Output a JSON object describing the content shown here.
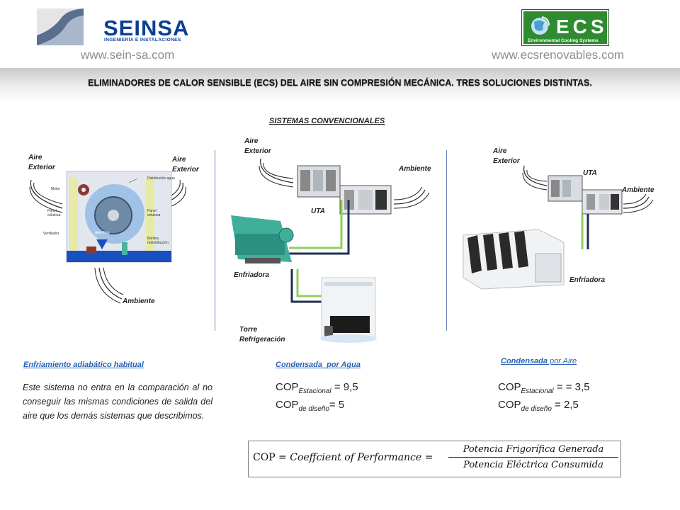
{
  "header": {
    "seinsa_name": "SEINSA",
    "seinsa_tagline": "INGENIERÍA E INSTALACIONES",
    "seinsa_url": "www.sein-sa.com",
    "ecs_name": "ECS",
    "ecs_tagline": "Environmental Cooling Systems",
    "ecs_url": "www.ecsrenovables.com",
    "headline": "ELIMINADORES DE CALOR SENSIBLE (ECS) DEL AIRE SIN COMPRESIÓN MECÁNICA. TRES SOLUCIONES DISTINTAS."
  },
  "section_title": "SISTEMAS CONVENCIONALES",
  "adiabatic": {
    "aire_exterior_left": "Aire Exterior",
    "aire_exterior_right": "Aire Exterior",
    "ambiente": "Ambiente",
    "part_motor": "Motor",
    "part_panel_left": "Panel celulosa",
    "part_ventilador": "Ventilador",
    "part_distribucion": "Distribución agua",
    "part_panel_right": "Panel celulosa",
    "part_bomba": "Bomba redistribución",
    "part_aire_frio": "Aire Frío",
    "subtitle": "Enfriamiento adiabático habitual",
    "description": "Este sistema no entra en la comparación al no conseguir las mismas condiciones de salida del aire que los demás sistemas que describimos."
  },
  "water": {
    "aire_exterior": "Aire Exterior",
    "ambiente": "Ambiente",
    "uta": "UTA",
    "enfriadora": "Enfriadora",
    "torre": "Torre Refrigeración",
    "subtitle": "Condensada  por Agua",
    "cop_main": "COP",
    "cop_seasonal_sub": "Estacional",
    "cop_seasonal_val": " = 9,5",
    "cop_design_sub": "de diseño",
    "cop_design_val": "= 5"
  },
  "air": {
    "aire_exterior": "Aire Exterior",
    "uta": "UTA",
    "ambiente": "Ambiente",
    "enfriadora": "Enfriadora",
    "subtitle_a": "Condensada",
    "subtitle_b": " por Aire",
    "cop_main": "COP",
    "cop_seasonal_sub": "Estacional",
    "cop_seasonal_val": " = = 3,5",
    "cop_design_sub": "de diseño",
    "cop_design_val": " = 2,5"
  },
  "formula": {
    "lhs": "COP",
    "equals": " = ",
    "definition": "Coeffcient of Performance",
    "equals2": " =",
    "numerator": "Potencia  Frigorífica Generada",
    "denominator": "Potencia  Eléctrica Consumida"
  },
  "colors": {
    "seinsa_blue": "#0b3f96",
    "ecs_green": "#2f8b2f",
    "link_blue": "#2a62b3",
    "pipe_green": "#8fcf5a",
    "pipe_navy": "#1e2f55"
  }
}
